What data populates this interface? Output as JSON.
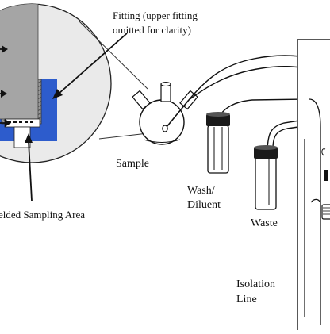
{
  "labels": {
    "fitting_line1": "Fitting (upper fitting",
    "fitting_line2": "omitted for clarity)",
    "sampling_area": "elded Sampling Area",
    "sample": "Sample",
    "wash_line1": "Wash/",
    "wash_line2": "Diluent",
    "waste": "Waste",
    "isolation_line1": "Isolation",
    "isolation_line2": "Line"
  },
  "colors": {
    "callout_background": "#eaeaea",
    "probe_body": "#a5a5a5",
    "fitting": "#2d5ccc",
    "line": "#111111",
    "vial_cap": "#1a1a1a"
  }
}
